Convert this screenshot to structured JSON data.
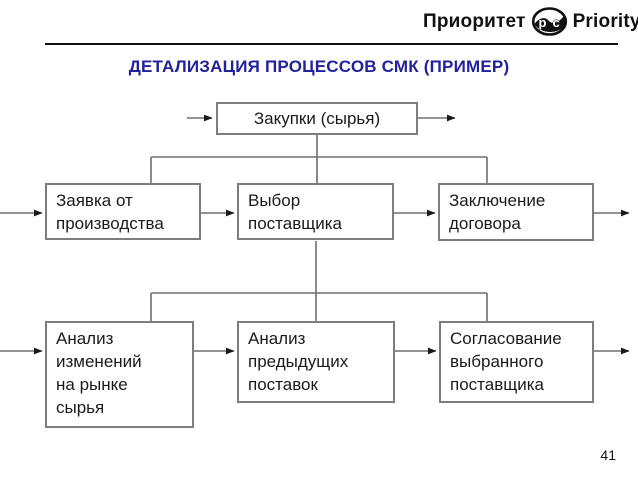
{
  "header": {
    "logo": {
      "brand_ru": "Приоритет",
      "brand_en": "Priority",
      "icon": "pc-yin-yang-icon"
    },
    "title": "ДЕТАЛИЗАЦИЯ ПРОЦЕССОВ СМК (ПРИМЕР)"
  },
  "diagram": {
    "top_box": {
      "label": "Закупки (сырья)"
    },
    "row2": [
      {
        "label": "Заявка от\nпроизводства"
      },
      {
        "label": "Выбор\nпоставщика"
      },
      {
        "label": "Заключение\nдоговора"
      }
    ],
    "row3": [
      {
        "label": "Анализ\nизменений\nна рынке\nсырья"
      },
      {
        "label": "Анализ\nпредыдущих\nпоставок"
      },
      {
        "label": "Согласование\nвыбранного\nпоставщика"
      }
    ]
  },
  "footer": {
    "page_number": "41"
  },
  "colors": {
    "title": "#21219e",
    "box_border": "#7d7d7d",
    "connector": "#6e6e6e",
    "arrowhead": "#1a1a1a",
    "header_rule": "#111111"
  }
}
